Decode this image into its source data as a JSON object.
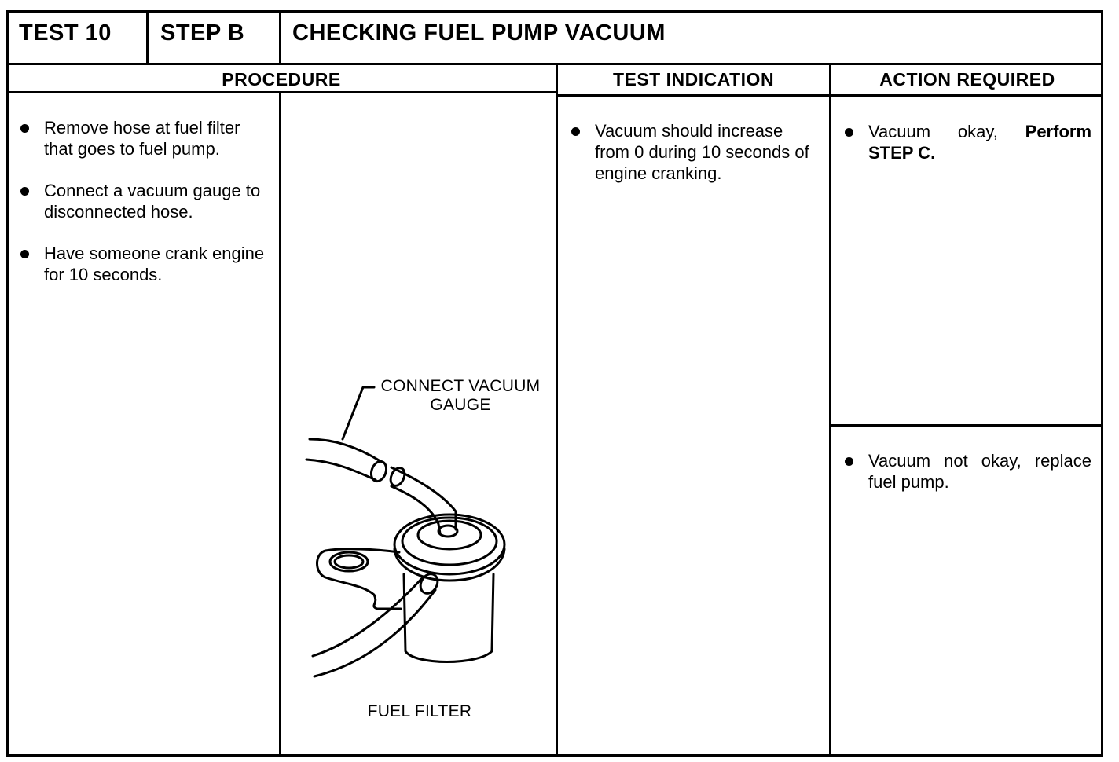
{
  "header": {
    "test": "TEST 10",
    "step": "STEP B",
    "title": "CHECKING FUEL PUMP VACUUM"
  },
  "columns": {
    "procedure": "PROCEDURE",
    "indication": "TEST INDICATION",
    "action": "ACTION REQUIRED"
  },
  "procedure": {
    "items": [
      {
        "text": "Remove hose at fuel filter that goes to fuel pump."
      },
      {
        "text": "Connect a vacuum gauge to disconnected hose."
      },
      {
        "text": "Have someone crank engine for 10 seconds."
      }
    ]
  },
  "figure": {
    "label_gauge_line1": "CONNECT VACUUM",
    "label_gauge_line2": "GAUGE",
    "label_filter": "FUEL FILTER"
  },
  "indication": {
    "items": [
      {
        "text": "Vacuum should increase from 0 during 10 seconds of engine cranking."
      }
    ]
  },
  "action": {
    "ok_text": "Vacuum okay, ",
    "ok_bold": "Perform STEP C.",
    "notok_text": "Vacuum not okay, replace fuel pump."
  }
}
